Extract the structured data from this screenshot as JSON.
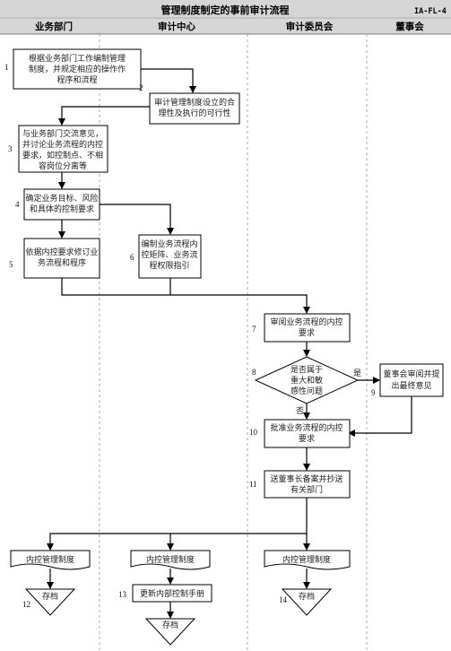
{
  "title": "管理制度制定的事前审计流程",
  "code": "IA-FL-4",
  "lanes": [
    "业务部门",
    "审计中心",
    "审计委员会",
    "董事会"
  ],
  "steps": {
    "s1": {
      "num": "1",
      "lines": [
        "根据业务部门工作编制管理",
        "制度，并规定相应的操作作",
        "程序和流程"
      ]
    },
    "s2": {
      "num": "2",
      "lines": [
        "审计管理制度设立的合",
        "理性及执行的可行性"
      ]
    },
    "s3": {
      "num": "3",
      "lines": [
        "与业务部门交流意见，",
        "并讨论业务流程的内控",
        "要求，如控制点、不相",
        "容岗位分离等"
      ]
    },
    "s4": {
      "num": "4",
      "lines": [
        "确定业务目标、风险",
        "和具体的控制要求"
      ]
    },
    "s5": {
      "num": "5",
      "lines": [
        "依据内控要求修订业",
        "务流程和程序"
      ]
    },
    "s6": {
      "num": "6",
      "lines": [
        "编制业务流程内",
        "控矩阵、业务流",
        "程权限指引"
      ]
    },
    "s7": {
      "num": "7",
      "lines": [
        "审阅业务流程的内控",
        "要求"
      ]
    },
    "s8": {
      "num": "8",
      "lines": [
        "是否属于",
        "重大和敏",
        "感性问题"
      ]
    },
    "s9": {
      "num": "9",
      "lines": [
        "董事会审阅并提",
        "出最终意见"
      ]
    },
    "s10": {
      "num": "10",
      "lines": [
        "批准业务流程的内控",
        "要求"
      ]
    },
    "s11": {
      "num": "11",
      "lines": [
        "送董事长备案并抄送",
        "有关部门"
      ]
    },
    "doc1": {
      "label": "内控管理制度"
    },
    "doc2": {
      "label": "内控管理制度"
    },
    "doc3": {
      "label": "内控管理制度"
    },
    "s13": {
      "num": "13",
      "lines": [
        "更新内部控制手册"
      ]
    },
    "arch12": {
      "num": "12",
      "label": "存档"
    },
    "arch13": {
      "label": "存档"
    },
    "arch14": {
      "num": "14",
      "label": "存档"
    }
  },
  "labels": {
    "yes": "是",
    "no": "否"
  }
}
